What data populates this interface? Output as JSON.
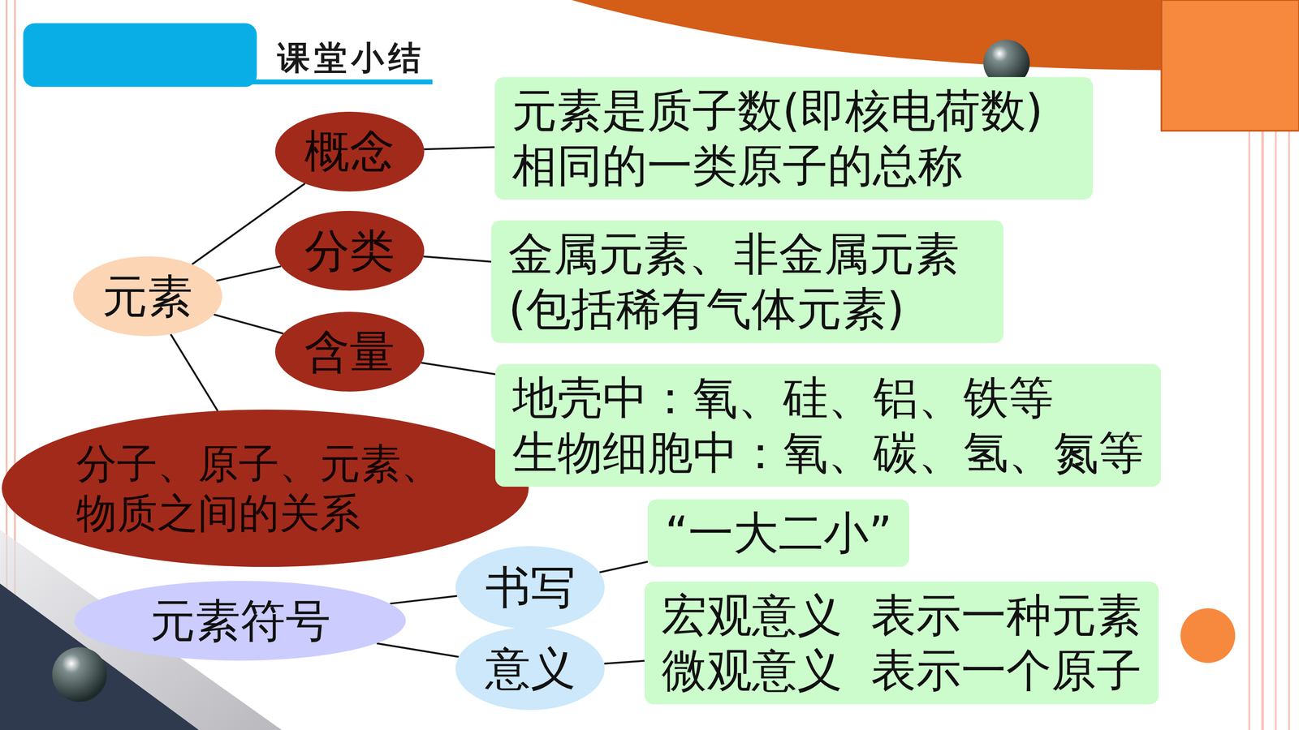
{
  "diagram": {
    "title": "课堂小结",
    "nodes": [
      {
        "text": [
          "元素"
        ]
      },
      {
        "text": [
          "概念"
        ]
      },
      {
        "text": [
          "元素是质子数(即核电荷数) 相同的一类原子的总称"
        ]
      },
      {
        "text": [
          "分类"
        ]
      },
      {
        "text": [
          "金属元素、非金属元素 (包括稀有气体元素)"
        ]
      },
      {
        "text": [
          "含量"
        ]
      },
      {
        "text": [
          "地壳中：氧、硅、铝、铁等",
          "生物细胞中：氧、碳、氢、氮等"
        ]
      },
      {
        "text": [
          "分子、原子、元素、 物质之间的关系"
        ]
      },
      {
        "text": [
          "元素符号"
        ]
      },
      {
        "text": [
          "书写"
        ]
      },
      {
        "text": [
          "“一大二小”"
        ]
      },
      {
        "text": [
          "意义"
        ]
      },
      {
        "text": [
          "宏观意义  表示一种元素",
          "微观意义  表示一个原子"
        ]
      }
    ],
    "edges": [
      {
        "from": 0,
        "to": 1,
        "arrow": "none"
      },
      {
        "from": 0,
        "to": 3,
        "arrow": "none"
      },
      {
        "from": 0,
        "to": 5,
        "arrow": "none"
      },
      {
        "from": 0,
        "to": 7,
        "arrow": "none"
      },
      {
        "from": 1,
        "to": 2,
        "arrow": "none"
      },
      {
        "from": 3,
        "to": 4,
        "arrow": "none"
      },
      {
        "from": 5,
        "to": 6,
        "arrow": "none"
      },
      {
        "from": 8,
        "to": 9,
        "arrow": "none"
      },
      {
        "from": 8,
        "to": 11,
        "arrow": "none"
      },
      {
        "from": 9,
        "to": 10,
        "arrow": "none"
      },
      {
        "from": 11,
        "to": 12,
        "arrow": "none"
      }
    ]
  }
}
